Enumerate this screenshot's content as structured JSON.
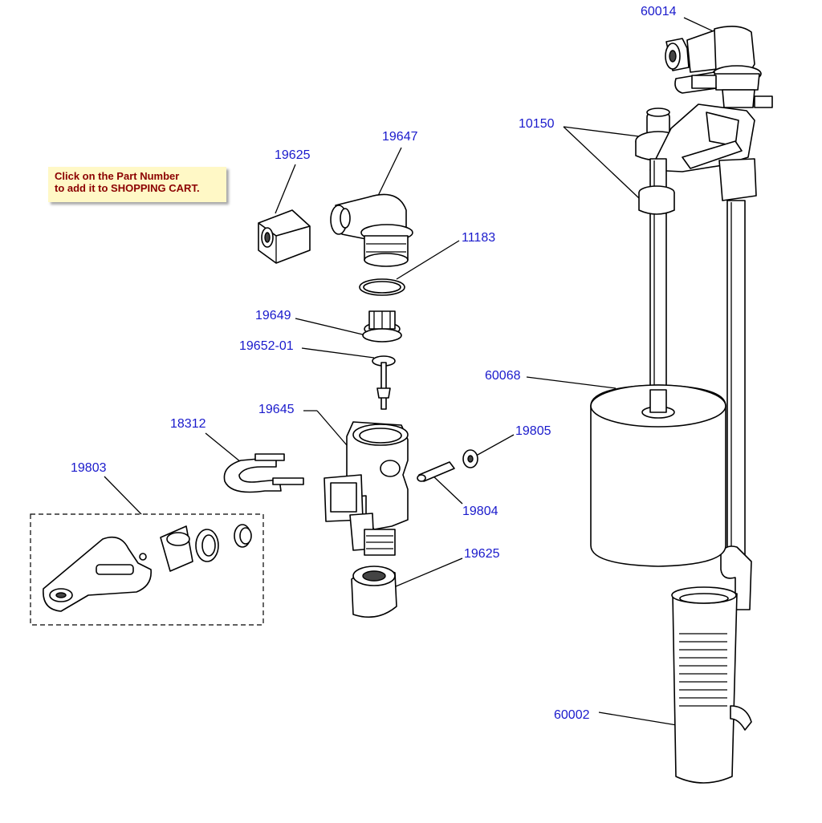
{
  "note": {
    "line1": "Click on the Part Number",
    "line2": "to add it to SHOPPING CART."
  },
  "parts": [
    {
      "id": "p60014",
      "label": "60014"
    },
    {
      "id": "p10150",
      "label": "10150"
    },
    {
      "id": "p19625a",
      "label": "19625"
    },
    {
      "id": "p19647",
      "label": "19647"
    },
    {
      "id": "p11183",
      "label": "11183"
    },
    {
      "id": "p19649",
      "label": "19649"
    },
    {
      "id": "p19652",
      "label": "19652-01"
    },
    {
      "id": "p60068",
      "label": "60068"
    },
    {
      "id": "p19645",
      "label": "19645"
    },
    {
      "id": "p18312",
      "label": "18312"
    },
    {
      "id": "p19805",
      "label": "19805"
    },
    {
      "id": "p19803",
      "label": "19803"
    },
    {
      "id": "p19804",
      "label": "19804"
    },
    {
      "id": "p19625b",
      "label": "19625"
    },
    {
      "id": "p60002",
      "label": "60002"
    }
  ]
}
